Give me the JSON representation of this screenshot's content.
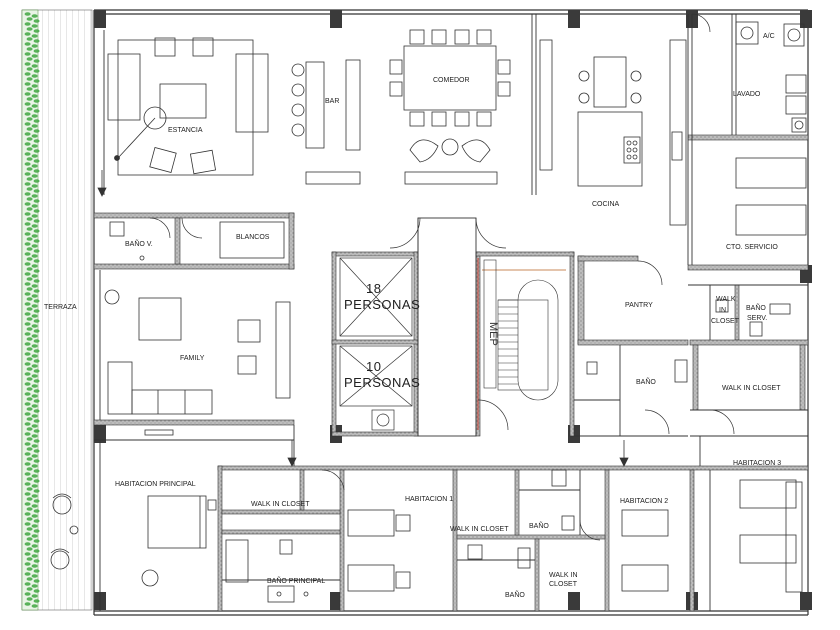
{
  "plan": {
    "rooms": {
      "estancia": "ESTANCIA",
      "bar": "BAR",
      "comedor": "COMEDOR",
      "cocina": "COCINA",
      "ac": "A/C",
      "lavado": "LAVADO",
      "cto_servicio": "CTO. SERVICIO",
      "bano_v": "BAÑO V.",
      "blancos": "BLANCOS",
      "terraza": "TERRAZA",
      "family": "FAMILY",
      "pantry": "PANTRY",
      "walk_in_closet_serv_1": "WALK",
      "walk_in_closet_serv_2": "IN",
      "walk_in_closet_serv_3": "CLOSET",
      "bano_serv_1": "BAÑO",
      "bano_serv_2": "SERV.",
      "bano_central": "BAÑO",
      "walk_in_closet_h3": "WALK IN CLOSET",
      "habitacion_principal": "HABITACION PRINCIPAL",
      "walk_in_closet_principal": "WALK IN CLOSET",
      "bano_principal": "BAÑO PRINCIPAL",
      "habitacion_1": "HABITACION 1",
      "walk_in_closet_h1": "WALK IN CLOSET",
      "bano_h1": "BAÑO",
      "bano_h2": "BAÑO",
      "walk_in_closet_h2_1": "WALK IN",
      "walk_in_closet_h2_2": "CLOSET",
      "habitacion_2": "HABITACION 2",
      "habitacion_3": "HABITACION 3"
    },
    "elevators": {
      "large_1": "18",
      "large_2": "PERSONAS",
      "small_1": "10",
      "small_2": "PERSONAS"
    },
    "shaft": "MEP",
    "colors": {
      "line": "#333333",
      "wall_fill": "#9a9a9a",
      "column": "#3a3a3a",
      "hedge": "#3fa63f",
      "shaft_line": "#c0392b",
      "stair_accent": "#d4a07a"
    }
  }
}
